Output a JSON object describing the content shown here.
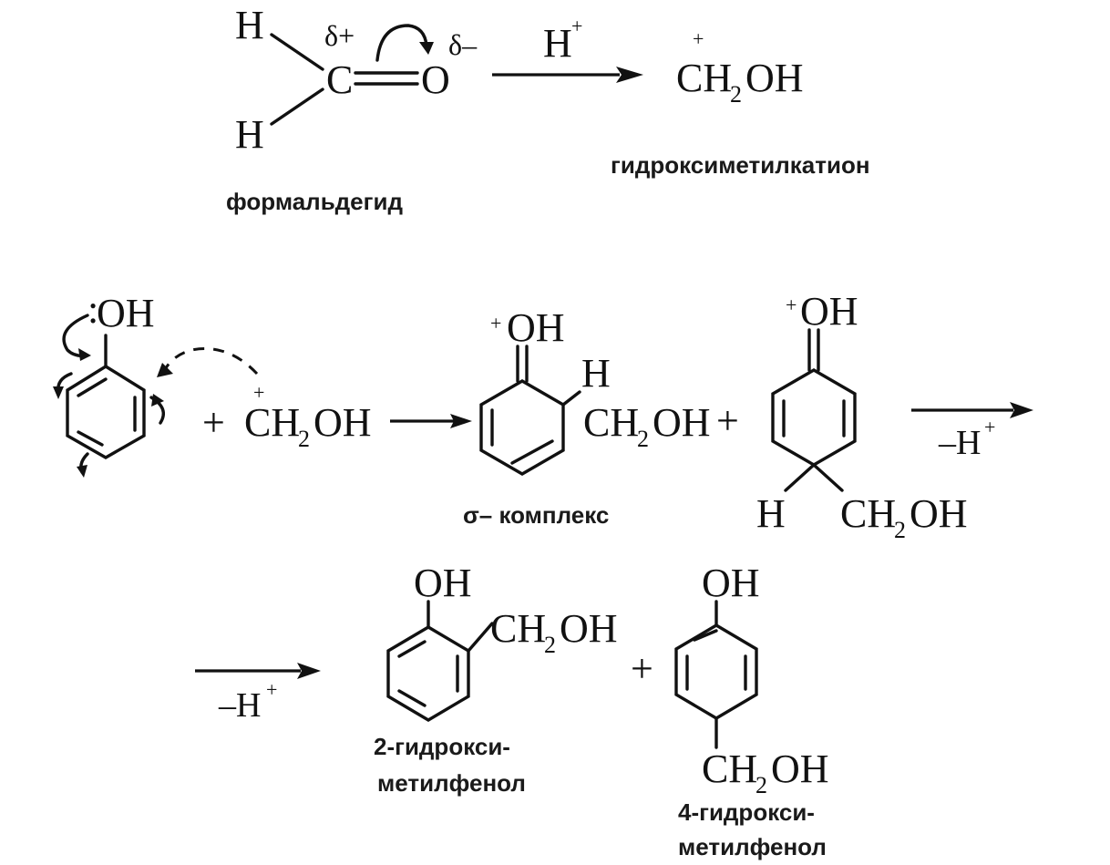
{
  "formaldehyde": {
    "h_top": "H",
    "h_bottom": "H",
    "carbon": "C",
    "oxygen": "O",
    "delta_plus": "δ+",
    "delta_minus": "δ–",
    "name": "формальдегид"
  },
  "step1": {
    "reagent_main": "H",
    "reagent_charge": "+"
  },
  "cation": {
    "charge": "+",
    "ch": "CH",
    "sub": "2",
    "oh": "OH",
    "name": "гидроксиметилкатион"
  },
  "phenol": {
    "lone_pair": ":",
    "oh": "OH"
  },
  "attack": {
    "plus_sign": "+",
    "charge": "+",
    "ch": "CH",
    "sub": "2",
    "oh": "OH"
  },
  "sigma_ortho": {
    "charge": "+",
    "oh": "OH",
    "h": "H",
    "ch": "CH",
    "sub": "2",
    "oh2": "OH",
    "plus_sign": "+",
    "name": "σ– комплекс"
  },
  "sigma_para": {
    "charge": "+",
    "oh": "OH",
    "h": "H",
    "ch": "CH",
    "sub": "2",
    "oh2": "OH"
  },
  "step2": {
    "minus": "–H",
    "charge": "+"
  },
  "step3": {
    "minus": "–H",
    "charge": "+"
  },
  "product_ortho": {
    "oh": "OH",
    "ch": "CH",
    "sub": "2",
    "oh2": "OH",
    "name_line1": "2-гидрокси-",
    "name_line2": "метилфенол"
  },
  "products_plus": "+",
  "product_para": {
    "oh": "OH",
    "ch": "CH",
    "sub": "2",
    "oh2": "OH",
    "name_line1": "4-гидрокси-",
    "name_line2": "метилфенол"
  }
}
